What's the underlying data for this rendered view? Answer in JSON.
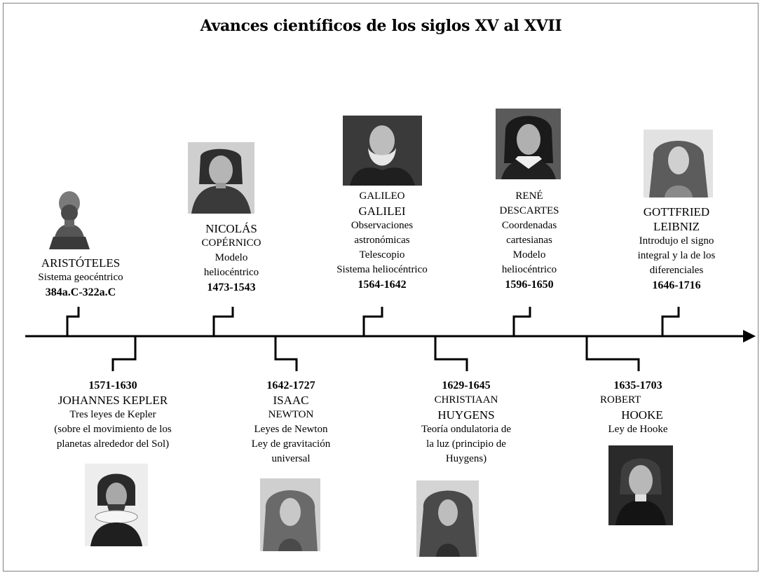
{
  "title": "Avances científicos de los siglos XV al XVII",
  "colors": {
    "line": "#000000",
    "background": "#ffffff",
    "frame": "#808080",
    "portrait_dark": "#2b2b2b",
    "portrait_light": "#d8d8d8"
  },
  "above": [
    {
      "portrait": "aristotle-bust-portrait",
      "name_lines": [
        "ARISTÓTELES"
      ],
      "desc_lines": [
        "Sistema  geocéntrico"
      ],
      "years": "384a.C-322a.C"
    },
    {
      "portrait": "copernicus-portrait",
      "name_lines": [
        "NICOLÁS",
        "COPÉRNICO"
      ],
      "desc_lines": [
        "Modelo",
        "heliocéntrico"
      ],
      "years": "1473-1543"
    },
    {
      "portrait": "galileo-portrait",
      "name_lines": [
        "GALILEO",
        "GALILEI"
      ],
      "desc_lines": [
        "Observaciones",
        "astronómicas",
        "Telescopio",
        "Sistema  heliocéntrico"
      ],
      "years": "1564-1642"
    },
    {
      "portrait": "descartes-portrait",
      "name_lines": [
        "RENÉ",
        "DESCARTES"
      ],
      "desc_lines": [
        "Coordenadas",
        "cartesianas",
        "Modelo",
        "heliocéntrico"
      ],
      "years": "1596-1650"
    },
    {
      "portrait": "leibniz-portrait",
      "name_lines": [
        "GOTTFRIED",
        "LEIBNIZ"
      ],
      "desc_lines": [
        "Introdujo  el signo",
        "integral y la de los",
        "diferenciales"
      ],
      "years": "1646-1716"
    }
  ],
  "below": [
    {
      "portrait": "kepler-portrait",
      "years": "1571-1630",
      "name_lines": [
        "JOHANNES KEPLER"
      ],
      "desc_lines": [
        "Tres leyes de Kepler",
        "(sobre el movimiento  de los",
        "planetas alrededor del Sol)"
      ]
    },
    {
      "portrait": "newton-portrait",
      "years": "1642-1727",
      "name_lines": [
        "ISAAC",
        "NEWTON"
      ],
      "desc_lines": [
        "Leyes de Newton",
        "Ley de gravitación",
        "universal"
      ]
    },
    {
      "portrait": "huygens-portrait",
      "years": "1629-1645",
      "name_lines": [
        "CHRISTIAAN",
        "HUYGENS"
      ],
      "desc_lines": [
        "Teoría ondulatoria  de",
        "la luz (principio de",
        "Huygens)"
      ]
    },
    {
      "portrait": "hooke-portrait",
      "years": "1635-1703",
      "name_lines": [
        "ROBERT",
        "HOOKE"
      ],
      "desc_lines": [
        "Ley de Hooke"
      ]
    }
  ]
}
